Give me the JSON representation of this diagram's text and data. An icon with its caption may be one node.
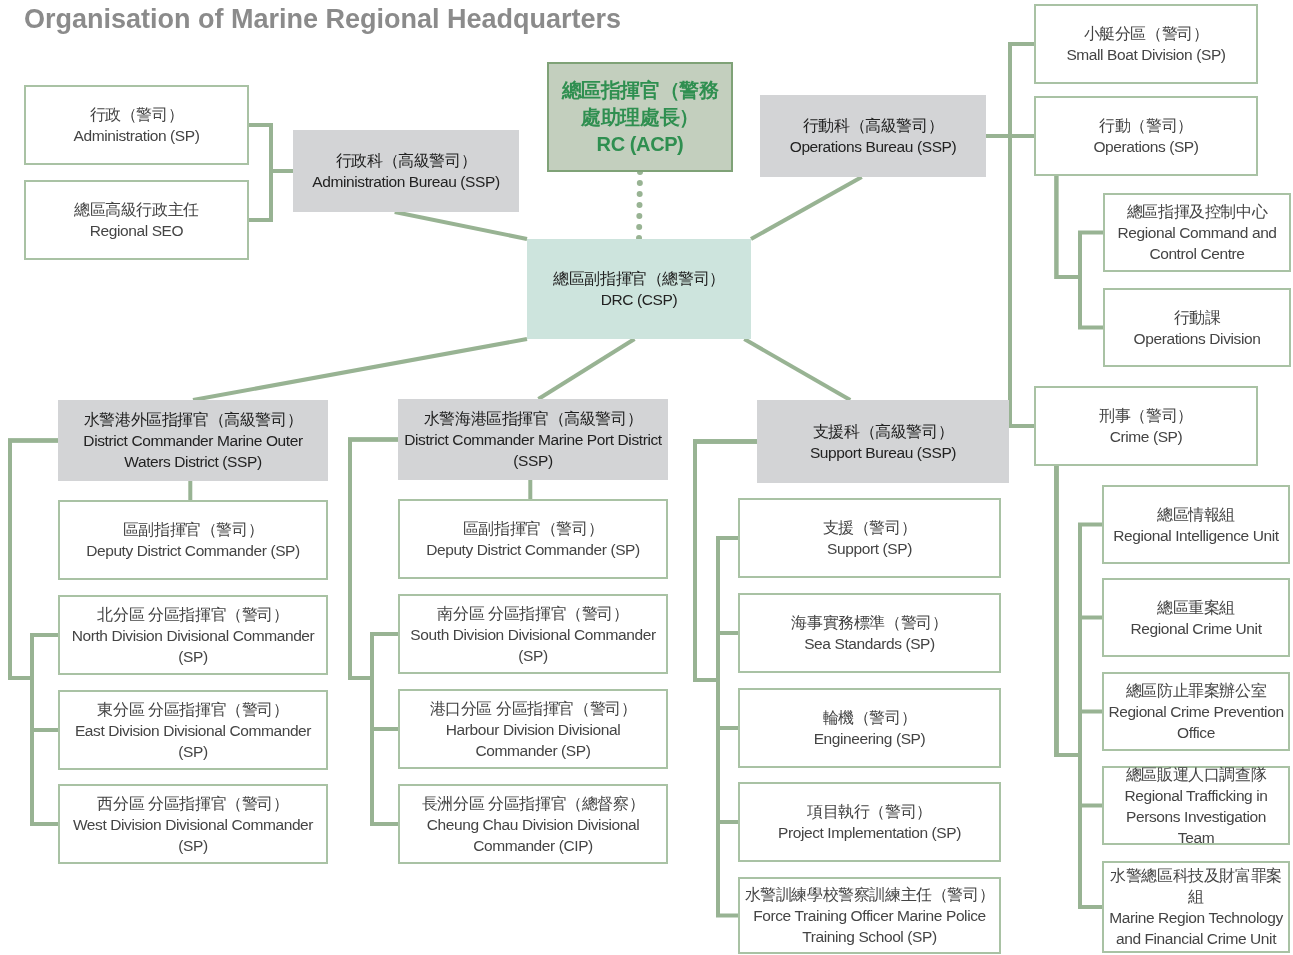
{
  "diagram": {
    "title": "Organisation of Marine Regional Headquarters",
    "nodes": [
      {
        "text": [
          "總區指揮官（警務處助理處長）",
          "RC (ACP)"
        ]
      },
      {
        "text": [
          "總區副指揮官（總警司）",
          "DRC (CSP)"
        ]
      },
      {
        "text": [
          "行政科（高級警司）",
          "Administration Bureau (SSP)"
        ]
      },
      {
        "text": [
          "行政（警司）",
          "Administration (SP)"
        ]
      },
      {
        "text": [
          "總區高級行政主任",
          "Regional SEO"
        ]
      },
      {
        "text": [
          "行動科（高級警司）",
          "Operations Bureau (SSP)"
        ]
      },
      {
        "text": [
          "小艇分區（警司）",
          "Small Boat Division (SP)"
        ]
      },
      {
        "text": [
          "行動（警司）",
          "Operations (SP)"
        ]
      },
      {
        "text": [
          "總區指揮及控制中心",
          "Regional Command and Control Centre"
        ]
      },
      {
        "text": [
          "行動課",
          "Operations Division"
        ]
      },
      {
        "text": [
          "刑事（警司）",
          "Crime (SP)"
        ]
      },
      {
        "text": [
          "總區情報組",
          "Regional Intelligence Unit"
        ]
      },
      {
        "text": [
          "總區重案組",
          "Regional Crime Unit"
        ]
      },
      {
        "text": [
          "總區防止罪案辦公室",
          "Regional Crime Prevention Office"
        ]
      },
      {
        "text": [
          "總區販運人口調查隊",
          "Regional Trafficking in Persons Investigation Team"
        ]
      },
      {
        "text": [
          "水警總區科技及財富罪案組",
          "Marine Region Technology and Financial Crime Unit"
        ]
      },
      {
        "text": [
          "水警港外區指揮官（高級警司）",
          "District Commander Marine Outer Waters District (SSP)"
        ]
      },
      {
        "text": [
          "區副指揮官（警司）",
          "Deputy District Commander (SP)"
        ]
      },
      {
        "text": [
          "北分區 分區指揮官（警司）",
          "North Division Divisional Commander (SP)"
        ]
      },
      {
        "text": [
          "東分區 分區指揮官（警司）",
          "East Division Divisional Commander (SP)"
        ]
      },
      {
        "text": [
          "西分區 分區指揮官（警司）",
          "West Division Divisional Commander (SP)"
        ]
      },
      {
        "text": [
          "水警海港區指揮官（高級警司）",
          "District Commander Marine Port District (SSP)"
        ]
      },
      {
        "text": [
          "區副指揮官（警司）",
          "Deputy District Commander (SP)"
        ]
      },
      {
        "text": [
          "南分區 分區指揮官（警司）",
          "South Division Divisional Commander (SP)"
        ]
      },
      {
        "text": [
          "港口分區 分區指揮官（警司）",
          "Harbour Division Divisional Commander (SP)"
        ]
      },
      {
        "text": [
          "長洲分區 分區指揮官（總督察）",
          "Cheung Chau Division Divisional Commander (CIP)"
        ]
      },
      {
        "text": [
          "支援科（高級警司）",
          "Support Bureau (SSP)"
        ]
      },
      {
        "text": [
          "支援（警司）",
          "Support (SP)"
        ]
      },
      {
        "text": [
          "海事實務標準（警司）",
          "Sea Standards (SP)"
        ]
      },
      {
        "text": [
          "輪機（警司）",
          "Engineering (SP)"
        ]
      },
      {
        "text": [
          "項目執行（警司）",
          "Project Implementation (SP)"
        ]
      },
      {
        "text": [
          "水警訓練學校警察訓練主任（警司）",
          "Force Training Officer Marine Police Training School (SP)"
        ]
      }
    ],
    "edges": [
      {
        "from": 0,
        "to": 1,
        "arrow": "none",
        "style": "dashed"
      },
      {
        "from": 1,
        "to": 2,
        "arrow": "none"
      },
      {
        "from": 1,
        "to": 5,
        "arrow": "none"
      },
      {
        "from": 1,
        "to": 16,
        "arrow": "none"
      },
      {
        "from": 1,
        "to": 21,
        "arrow": "none"
      },
      {
        "from": 1,
        "to": 26,
        "arrow": "none"
      },
      {
        "from": 2,
        "to": 3,
        "arrow": "none"
      },
      {
        "from": 2,
        "to": 4,
        "arrow": "none"
      },
      {
        "from": 5,
        "to": 6,
        "arrow": "none"
      },
      {
        "from": 5,
        "to": 7,
        "arrow": "none"
      },
      {
        "from": 5,
        "to": 10,
        "arrow": "none"
      },
      {
        "from": 7,
        "to": 8,
        "arrow": "none"
      },
      {
        "from": 7,
        "to": 9,
        "arrow": "none"
      },
      {
        "from": 10,
        "to": 11,
        "arrow": "none"
      },
      {
        "from": 10,
        "to": 12,
        "arrow": "none"
      },
      {
        "from": 10,
        "to": 13,
        "arrow": "none"
      },
      {
        "from": 10,
        "to": 14,
        "arrow": "none"
      },
      {
        "from": 10,
        "to": 15,
        "arrow": "none"
      },
      {
        "from": 16,
        "to": 17,
        "arrow": "none"
      },
      {
        "from": 16,
        "to": 18,
        "arrow": "none"
      },
      {
        "from": 16,
        "to": 19,
        "arrow": "none"
      },
      {
        "from": 16,
        "to": 20,
        "arrow": "none"
      },
      {
        "from": 21,
        "to": 22,
        "arrow": "none"
      },
      {
        "from": 21,
        "to": 23,
        "arrow": "none"
      },
      {
        "from": 21,
        "to": 24,
        "arrow": "none"
      },
      {
        "from": 21,
        "to": 25,
        "arrow": "none"
      },
      {
        "from": 26,
        "to": 27,
        "arrow": "none"
      },
      {
        "from": 26,
        "to": 28,
        "arrow": "none"
      },
      {
        "from": 26,
        "to": 29,
        "arrow": "none"
      },
      {
        "from": 26,
        "to": 30,
        "arrow": "none"
      },
      {
        "from": 26,
        "to": 31,
        "arrow": "none"
      }
    ]
  }
}
